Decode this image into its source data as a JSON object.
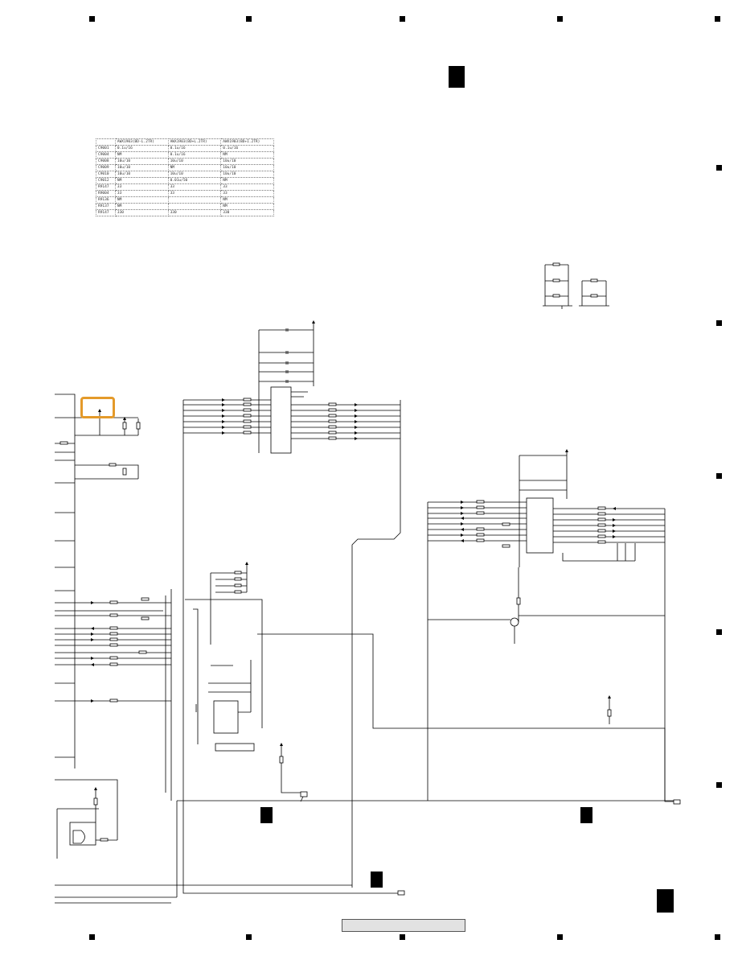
{
  "page": {
    "width": 918,
    "height": 1188
  },
  "parts_table": {
    "headers": [
      "",
      "AWX1903(BD-L.2TR)",
      "AWX1903(BD+L.2TR)",
      "AWX1903(BD+I.2TR)"
    ],
    "rows": [
      [
        "C9001",
        "0.1u/16",
        "0.1u/16",
        "0.1u/16"
      ],
      [
        "C9004",
        "NM",
        "0.1u/16",
        "NM"
      ],
      [
        "C9008",
        "10u/10",
        "10u/10",
        "10u/10"
      ],
      [
        "C9009",
        "10u/10",
        "NM",
        "10u/10"
      ],
      [
        "C9010",
        "10u/10",
        "10u/10",
        "10u/10"
      ],
      [
        "C9012",
        "NM",
        "0.01u/50",
        "NM"
      ],
      [
        "R9147",
        "33",
        "33",
        "33"
      ],
      [
        "R9004",
        "33",
        "33",
        "33"
      ],
      [
        "R9136",
        "NM",
        "",
        "NM"
      ],
      [
        "R9137",
        "NM",
        "",
        "NM"
      ],
      [
        "R9147",
        "330",
        "330",
        "330"
      ]
    ]
  },
  "colors": {
    "line": "#000000",
    "highlight": "#e49a2a",
    "footer": "#e2e2e2"
  }
}
